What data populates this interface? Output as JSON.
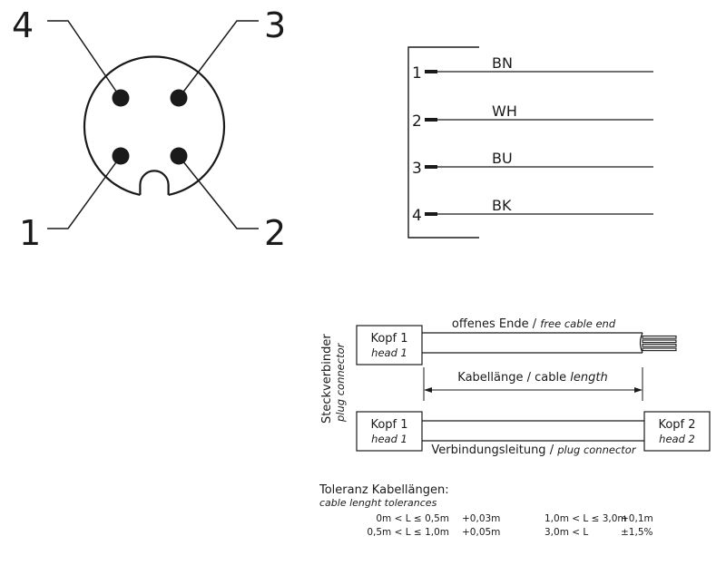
{
  "connector": {
    "pin_labels": [
      "4",
      "3",
      "1",
      "2"
    ]
  },
  "wiring": {
    "wires": [
      {
        "pin": "1",
        "color": "BN"
      },
      {
        "pin": "2",
        "color": "WH"
      },
      {
        "pin": "3",
        "color": "BU"
      },
      {
        "pin": "4",
        "color": "BK"
      }
    ]
  },
  "cable": {
    "side_label": "Steckverbinder",
    "side_label_en": "plug connector",
    "head1": "Kopf 1",
    "head1_en": "head 1",
    "head2": "Kopf 2",
    "head2_en": "head 2",
    "open_end": "offenes Ende / ",
    "open_end_en": "free cable end",
    "length": "Kabellänge / cable ",
    "length_en": "length",
    "connection": "Verbindungsleitung / ",
    "connection_en": "plug connector"
  },
  "tolerances": {
    "title": "Toleranz Kabellängen:",
    "subtitle": "cable lenght tolerances",
    "rows": [
      {
        "range": "0m < L ≤ 0,5m",
        "tol": "+0,03m"
      },
      {
        "range": "0,5m < L ≤ 1,0m",
        "tol": "+0,05m"
      },
      {
        "range": "1,0m < L ≤ 3,0m",
        "tol": "+0,1m"
      },
      {
        "range": "3,0m < L",
        "tol": "±1,5%"
      }
    ]
  }
}
